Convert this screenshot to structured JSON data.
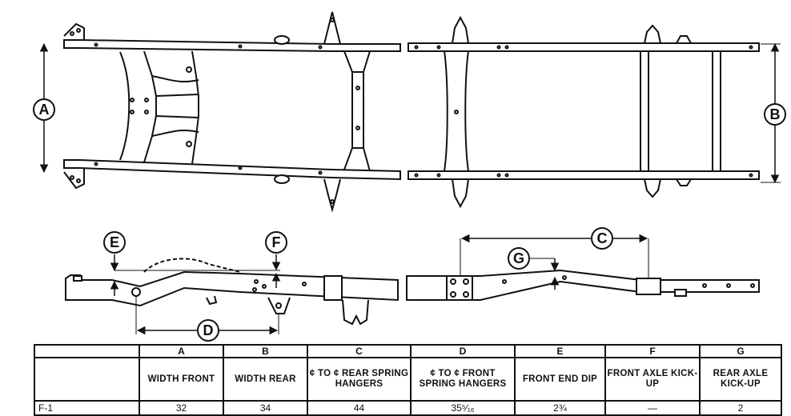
{
  "callouts": {
    "a": "A",
    "b": "B",
    "c": "C",
    "d": "D",
    "e": "E",
    "f": "F",
    "g": "G"
  },
  "table": {
    "letters": [
      "",
      "A",
      "B",
      "C",
      "D",
      "E",
      "F",
      "G"
    ],
    "headers": [
      "",
      "WIDTH FRONT",
      "WIDTH REAR",
      "¢ TO ¢ REAR SPRING HANGERS",
      "¢ TO ¢ FRONT SPRING HANGERS",
      "FRONT END DIP",
      "FRONT AXLE KICK-UP",
      "REAR AXLE KICK-UP"
    ],
    "rows": [
      [
        "F-1",
        "32",
        "34",
        "44",
        "35⁵⁄₁₆",
        "2¾",
        "—",
        "2"
      ]
    ]
  }
}
